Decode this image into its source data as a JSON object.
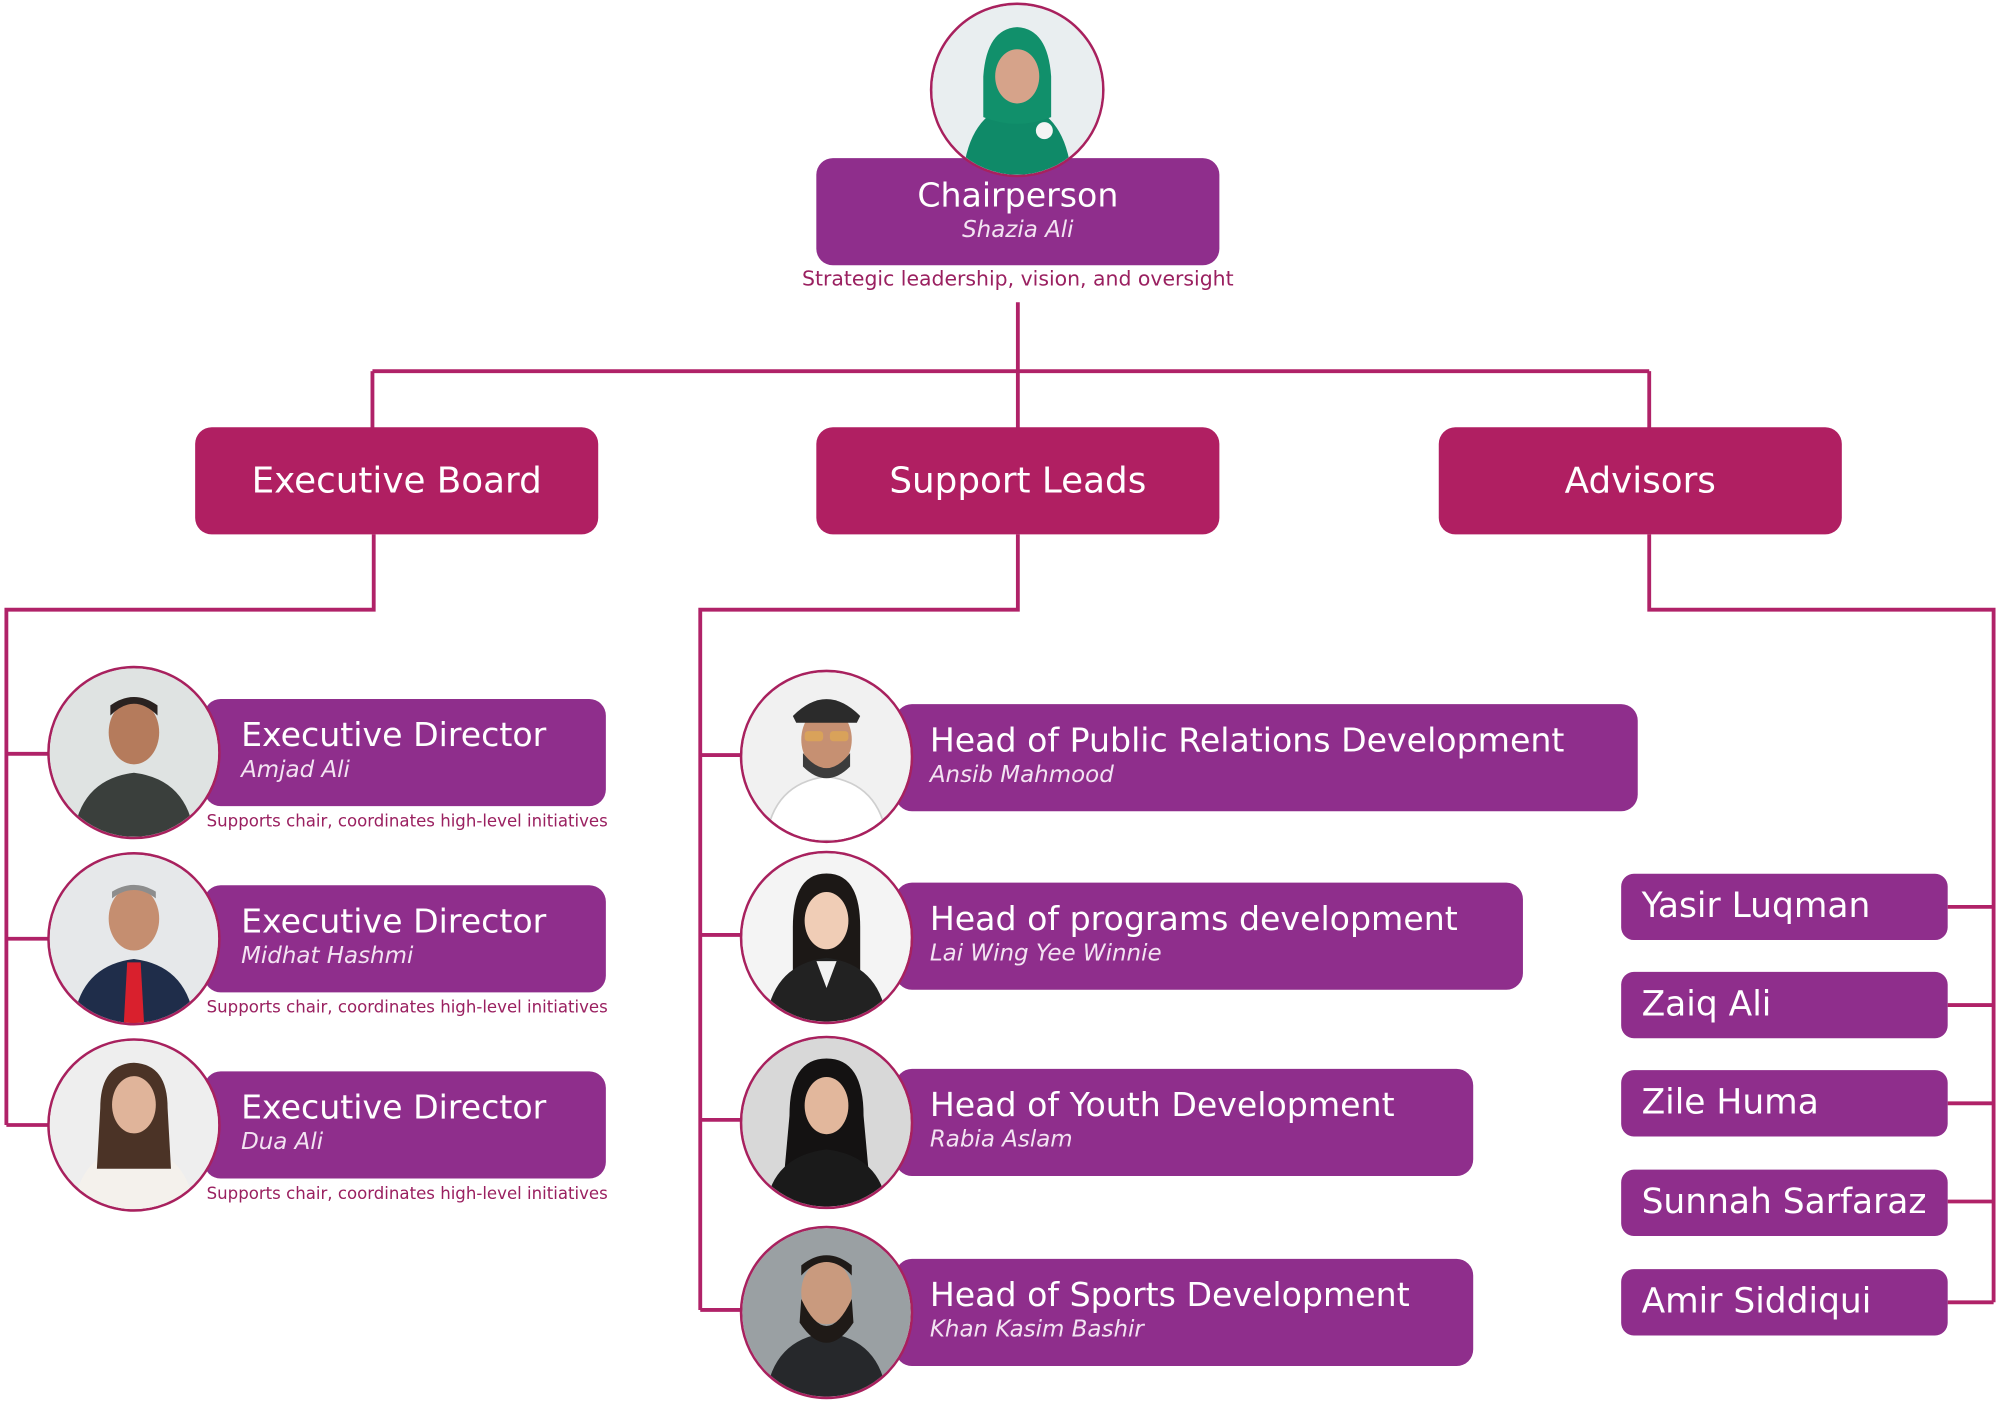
{
  "colors": {
    "accent_purple": "#8f2e8c",
    "accent_magenta": "#b01f62",
    "connector": "#b02268",
    "description_text": "#9a2060"
  },
  "chair": {
    "title": "Chairperson",
    "name": "Shazia Ali",
    "description": "Strategic leadership, vision, and oversight",
    "photo_icon": "person-photo-icon"
  },
  "groups": {
    "executive_board": {
      "title": "Executive Board"
    },
    "support_leads": {
      "title": "Support Leads"
    },
    "advisors": {
      "title": "Advisors"
    }
  },
  "executives": [
    {
      "title": "Executive Director",
      "name": "Amjad Ali",
      "description": "Supports chair, coordinates high-level initiatives"
    },
    {
      "title": "Executive Director",
      "name": "Midhat Hashmi",
      "description": "Supports chair, coordinates high-level initiatives"
    },
    {
      "title": "Executive Director",
      "name": "Dua Ali",
      "description": "Supports chair, coordinates high-level initiatives"
    }
  ],
  "support_leads": [
    {
      "title": "Head of Public Relations Development",
      "name": "Ansib Mahmood"
    },
    {
      "title": "Head of programs development",
      "name": "Lai Wing Yee Winnie"
    },
    {
      "title": "Head of Youth Development",
      "name": "Rabia Aslam"
    },
    {
      "title": "Head of Sports Development",
      "name": "Khan Kasim Bashir"
    }
  ],
  "advisors": [
    {
      "name": "Yasir Luqman"
    },
    {
      "name": "Zaiq Ali"
    },
    {
      "name": "Zile Huma"
    },
    {
      "name": "Sunnah Sarfaraz"
    },
    {
      "name": "Amir Siddiqui"
    }
  ]
}
